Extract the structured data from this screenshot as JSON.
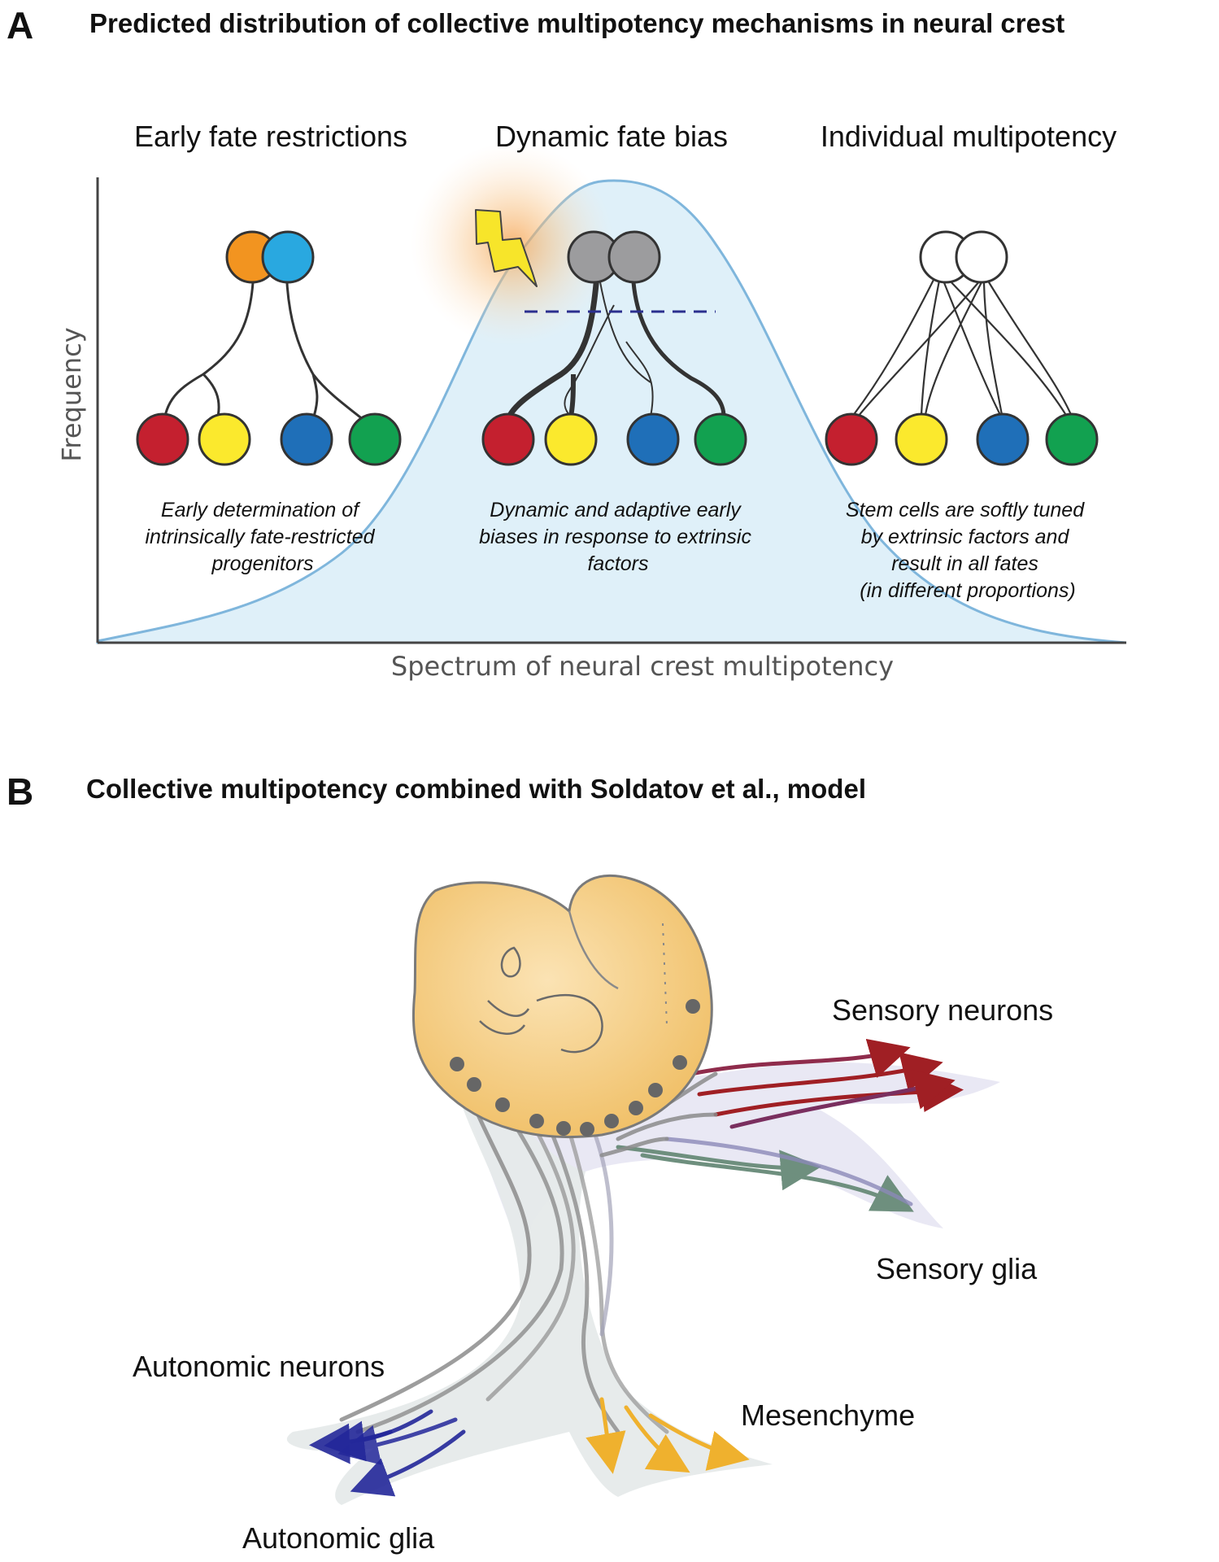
{
  "panel_a": {
    "letter": "A",
    "title": "Predicted distribution of collective multipotency mechanisms in neural crest",
    "y_axis_label": "Frequency",
    "x_axis_label": "Spectrum of neural crest multipotency",
    "columns": [
      {
        "title": "Early fate restrictions",
        "caption": [
          "Early determination of",
          "intrinsically fate-restricted",
          "progenitors"
        ]
      },
      {
        "title": "Dynamic fate bias",
        "caption": [
          "Dynamic and adaptive early",
          "biases in response to extrinsic",
          "factors"
        ]
      },
      {
        "title": "Individual multipotency",
        "caption": [
          "Stem cells are softly tuned",
          "by extrinsic factors and",
          "result in all fates",
          "(in different proportions)"
        ]
      }
    ],
    "colors": {
      "curve_fill": "#dff0f9",
      "curve_stroke": "#7fb6dc",
      "progenitor_orange": "#f29420",
      "progenitor_blue": "#29a8e0",
      "progenitor_grey": "#9c9c9e",
      "fate_red": "#c4202f",
      "fate_yellow": "#fbe92d",
      "fate_blue": "#1f6fb8",
      "fate_green": "#12a150",
      "bolt": "#f7e52a",
      "dashed_line": "#2b2f8f"
    }
  },
  "panel_b": {
    "letter": "B",
    "title": "Collective multipotency combined with Soldatov et al., model",
    "fates": {
      "sensory_neurons": "Sensory neurons",
      "sensory_glia": "Sensory glia",
      "autonomic_neurons": "Autonomic neurons",
      "autonomic_glia": "Autonomic glia",
      "mesenchyme": "Mesenchyme"
    },
    "colors": {
      "embryo": "#f5c97a",
      "sensory_neurons": "#a01f24",
      "sensory_glia": "#6e8f7e",
      "autonomic": "#23279a",
      "mesenchyme": "#efb12e",
      "trunk": "#8c8c8c"
    }
  }
}
